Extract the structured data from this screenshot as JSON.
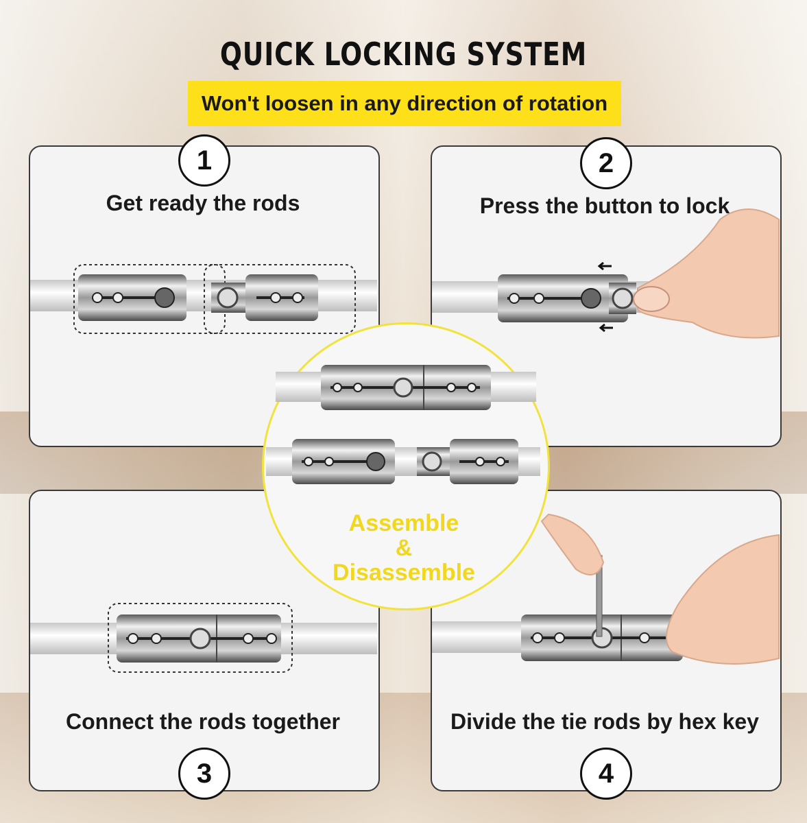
{
  "title": "QUICK LOCKING SYSTEM",
  "subtitle": "Won't loosen in any direction of rotation",
  "steps": [
    {
      "number": "1",
      "label": "Get ready the rods"
    },
    {
      "number": "2",
      "label": "Press the button to lock"
    },
    {
      "number": "3",
      "label": "Connect the rods together"
    },
    {
      "number": "4",
      "label": "Divide the tie rods by hex key"
    }
  ],
  "center": {
    "line1": "Assemble",
    "line2": "&",
    "line3": "Disassemble"
  },
  "colors": {
    "banner": "#fde01a",
    "accent_text": "#f1d71d",
    "panel": "#f4f4f4",
    "border": "#3a3a3a"
  }
}
